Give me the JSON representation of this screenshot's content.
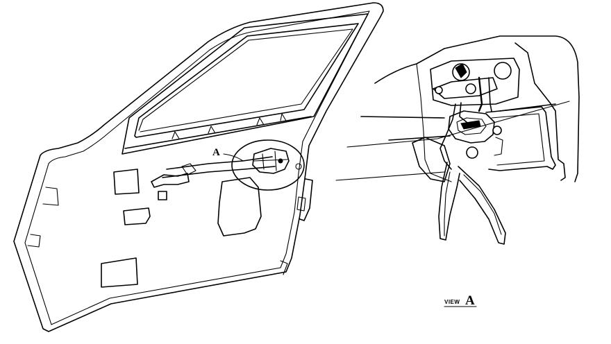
{
  "callout": {
    "letter": "A"
  },
  "view_caption": {
    "word": "VIEW",
    "letter": "A"
  }
}
